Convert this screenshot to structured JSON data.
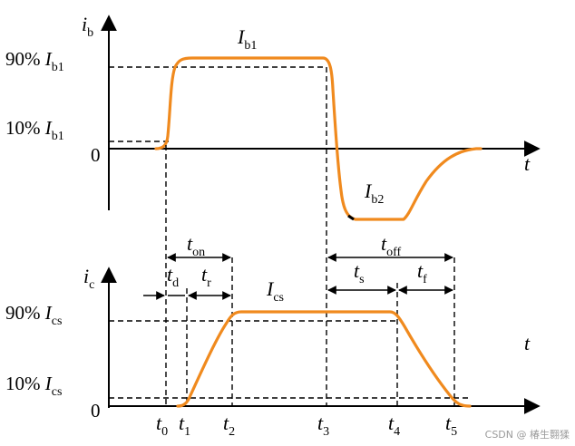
{
  "colors": {
    "curve": "#f08a1e",
    "ink": "#000000",
    "watermark": "#9a9a9a"
  },
  "top": {
    "axis_y": {
      "sym": "i",
      "sub": "b"
    },
    "axis_x": {
      "sym": "t"
    },
    "level_90": {
      "pre": "90% ",
      "sym": "I",
      "sub": "b1"
    },
    "level_10": {
      "pre": "10% ",
      "sym": "I",
      "sub": "b1"
    },
    "zero": "0",
    "curve_ib1": {
      "sym": "I",
      "sub": "b1"
    },
    "curve_ib2": {
      "sym": "I",
      "sub": "b2"
    }
  },
  "bottom": {
    "axis_y": {
      "sym": "i",
      "sub": "c"
    },
    "axis_x": {
      "sym": "t"
    },
    "level_90": {
      "pre": "90% ",
      "sym": "I",
      "sub": "cs"
    },
    "level_10": {
      "pre": "10% ",
      "sym": "I",
      "sub": "cs"
    },
    "zero": "0",
    "curve_ics": {
      "sym": "I",
      "sub": "cs"
    }
  },
  "intervals": {
    "t_on": {
      "sym": "t",
      "sub": "on"
    },
    "t_d": {
      "sym": "t",
      "sub": "d"
    },
    "t_r": {
      "sym": "t",
      "sub": "r"
    },
    "t_off": {
      "sym": "t",
      "sub": "off"
    },
    "t_s": {
      "sym": "t",
      "sub": "s"
    },
    "t_f": {
      "sym": "t",
      "sub": "f"
    }
  },
  "time_marks": [
    {
      "sym": "t",
      "sub": "0"
    },
    {
      "sym": "t",
      "sub": "1"
    },
    {
      "sym": "t",
      "sub": "2"
    },
    {
      "sym": "t",
      "sub": "3"
    },
    {
      "sym": "t",
      "sub": "4"
    },
    {
      "sym": "t",
      "sub": "5"
    }
  ],
  "watermark": "CSDN @ 椿生翾猱"
}
